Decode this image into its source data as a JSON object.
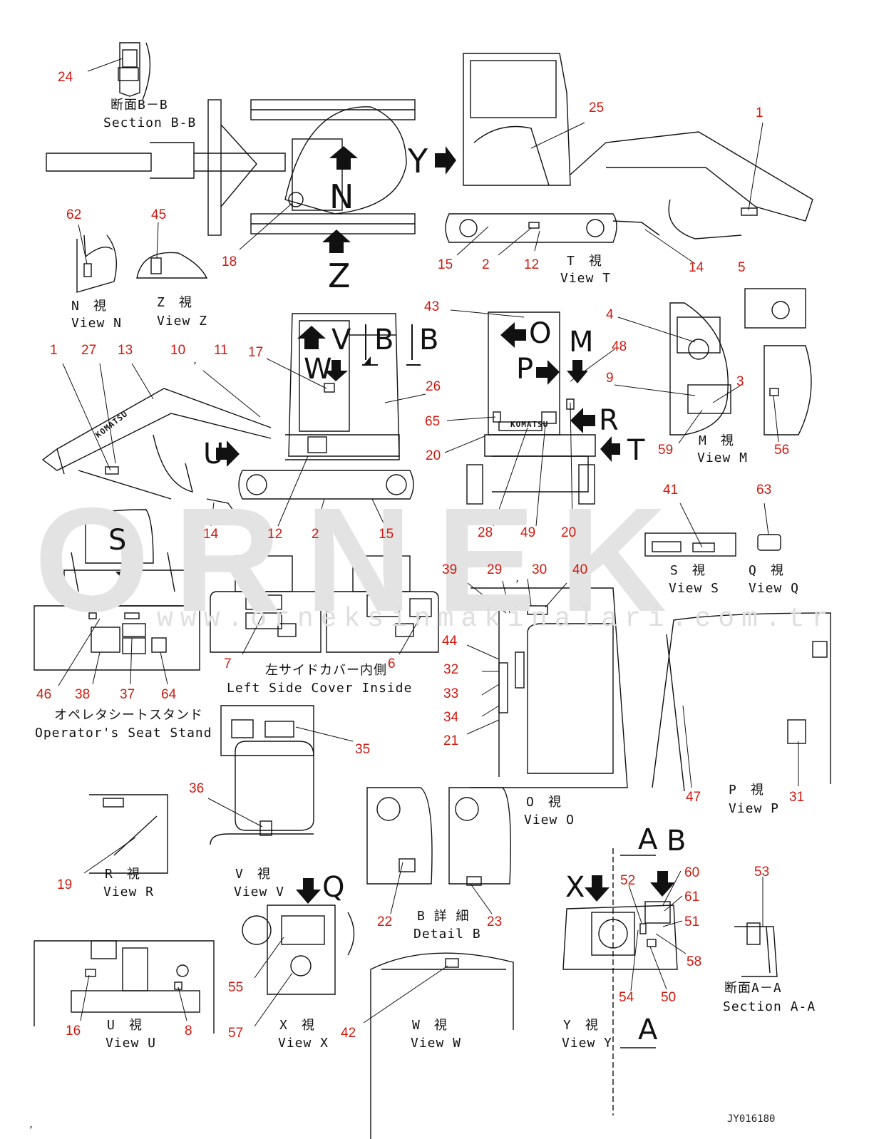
{
  "watermark": {
    "brand": "ORNEK",
    "site": "www.orneksinmakinalari.com.tr"
  },
  "drawing_code": "JY016180",
  "part_numbers": [
    "24",
    "25",
    "1",
    "62",
    "45",
    "18",
    "15",
    "2",
    "12",
    "14",
    "5",
    "43",
    "4",
    "48",
    "9",
    "3",
    "59",
    "56",
    "1",
    "27",
    "13",
    "10",
    "11",
    "17",
    "26",
    "65",
    "20",
    "28",
    "49",
    "20",
    "14",
    "12",
    "2",
    "15",
    "41",
    "63",
    "39",
    "29",
    "30",
    "40",
    "44",
    "32",
    "33",
    "34",
    "21",
    "46",
    "38",
    "37",
    "64",
    "7",
    "6",
    "35",
    "36",
    "47",
    "31",
    "19",
    "22",
    "23",
    "53",
    "60",
    "52",
    "61",
    "51",
    "58",
    "54",
    "50",
    "55",
    "57",
    "42",
    "16",
    "8"
  ],
  "views": {
    "section_bb": [
      "断面B－B",
      "Section B-B"
    ],
    "view_t": [
      "T　視",
      "View T"
    ],
    "view_n": [
      "N　視",
      "View N"
    ],
    "view_z": [
      "Z　視",
      "View Z"
    ],
    "view_m": [
      "M　視",
      "View M"
    ],
    "view_s": [
      "S　視",
      "View S"
    ],
    "view_q": [
      "Q　視",
      "View Q"
    ],
    "left_side_cover": [
      "左サイドカバー内側",
      "Left Side Cover Inside"
    ],
    "seat_stand": [
      "オペレタシートスタンド",
      "Operator's Seat Stand"
    ],
    "view_o": [
      "O　視",
      "View O"
    ],
    "view_p": [
      "P　視",
      "View P"
    ],
    "view_r": [
      "R　視",
      "View R"
    ],
    "view_v": [
      "V　視",
      "View V"
    ],
    "detail_b": [
      "B 詳 細",
      "Detail B"
    ],
    "section_aa": [
      "断面A－A",
      "Section A-A"
    ],
    "view_u": [
      "U　視",
      "View U"
    ],
    "view_x": [
      "X　視",
      "View X"
    ],
    "view_w": [
      "W　視",
      "View W"
    ],
    "view_y": [
      "Y　視",
      "View Y"
    ]
  },
  "direction_letters": [
    "Y",
    "N",
    "Z",
    "V",
    "W",
    "B",
    "B",
    "O",
    "P",
    "M",
    "R",
    "T",
    "U",
    "S",
    "Q",
    "X",
    "B",
    "A",
    "A"
  ],
  "brand_marks": [
    "KOMATSU",
    "KOMATSU"
  ],
  "small_marks": [
    ",",
    ",",
    ","
  ]
}
